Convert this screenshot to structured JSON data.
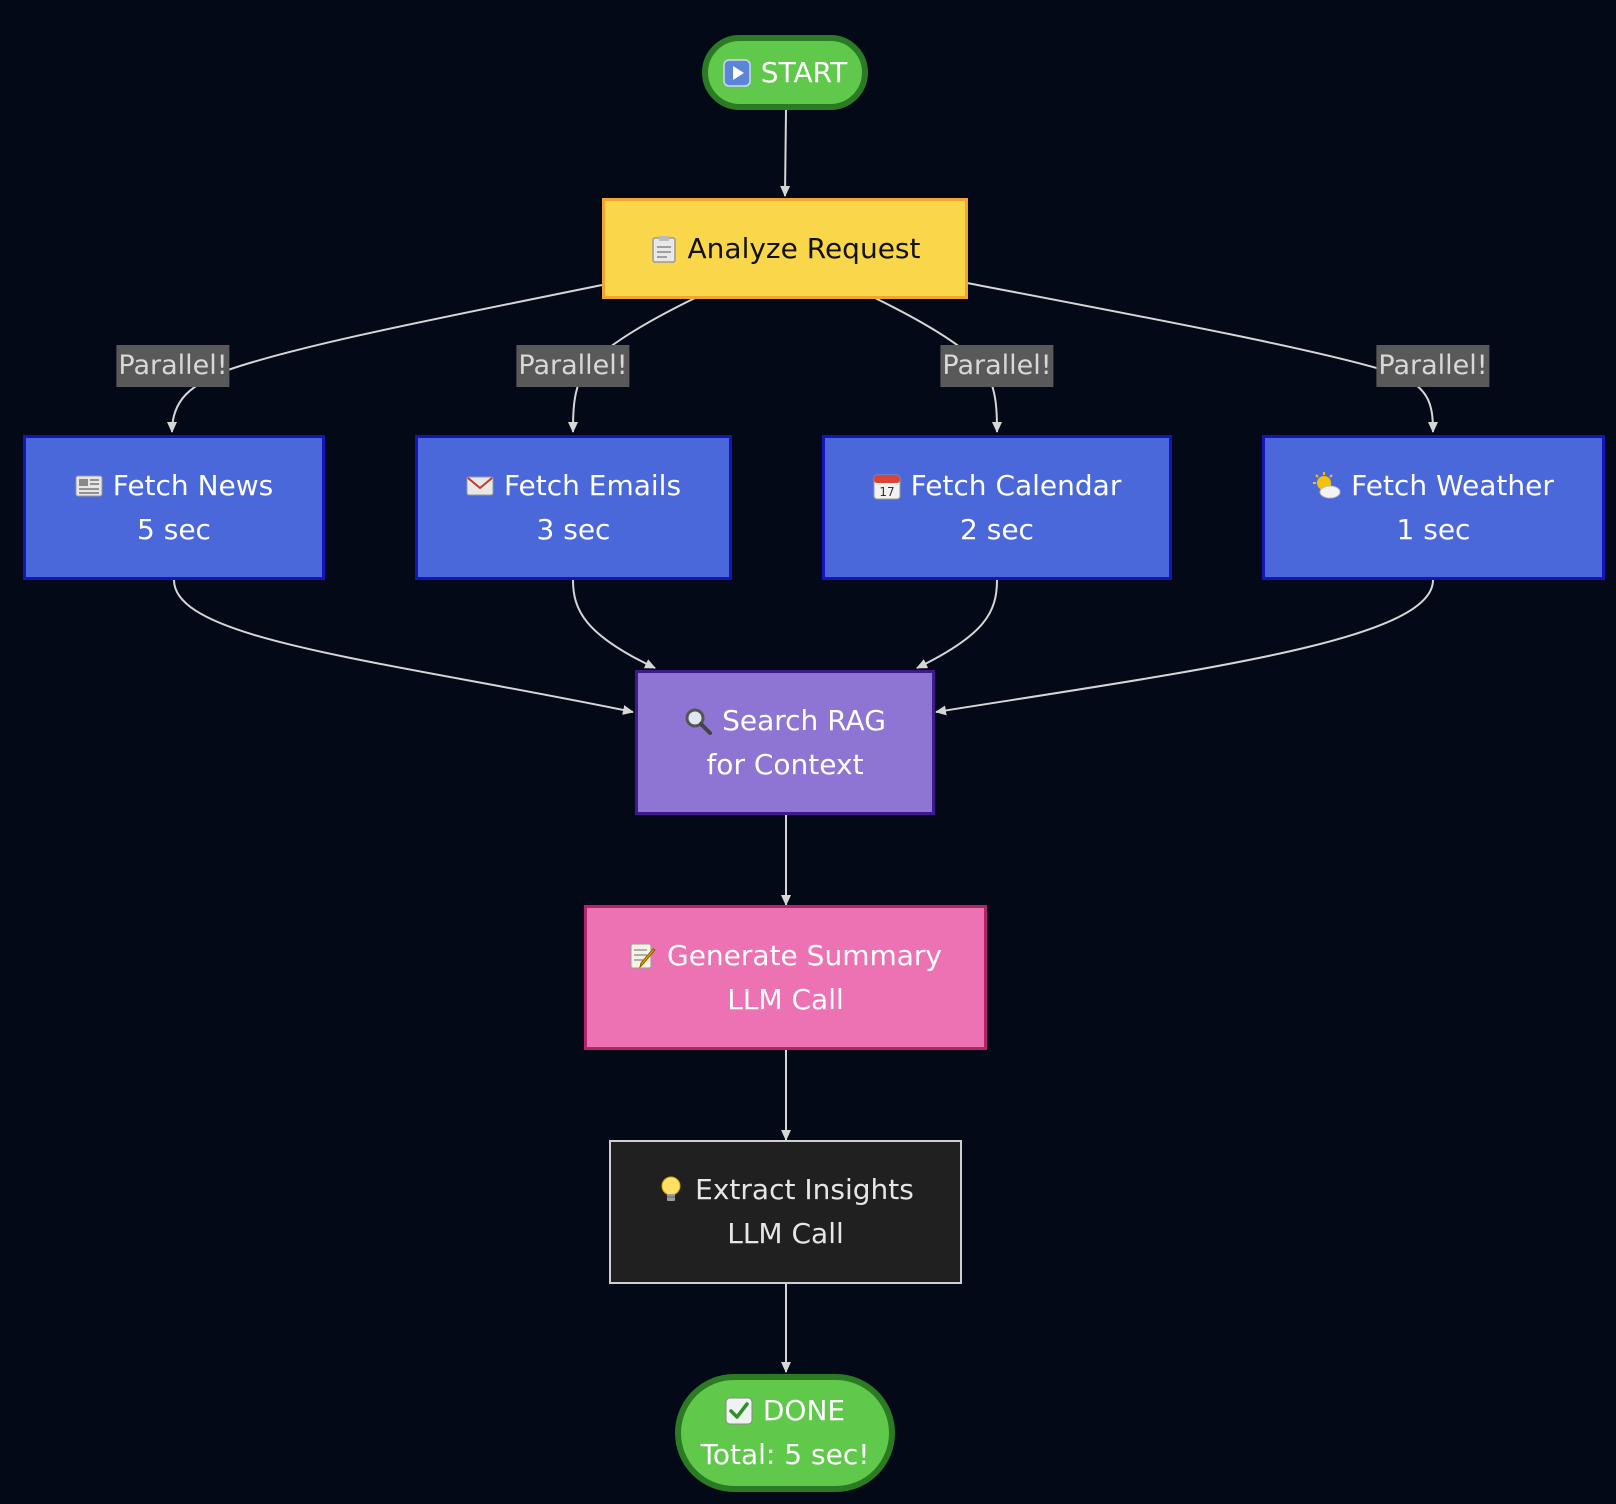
{
  "colors": {
    "background": "#030916",
    "edge": "#d6d6d6",
    "start_fill": "#60c84a",
    "start_border": "#2b7a24",
    "analyze_fill": "#fad74a",
    "analyze_border": "#f2a531",
    "fetch_fill": "#4a68d9",
    "fetch_border": "#1414b8",
    "search_fill": "#8e75d4",
    "search_border": "#3f1a8c",
    "generate_fill": "#ec72b3",
    "generate_border": "#b3246a",
    "insights_fill": "#1f201f",
    "insights_border": "#cfcfcf",
    "done_fill": "#60c84a",
    "done_border": "#2b7a24",
    "label_bg": "#595959"
  },
  "nodes": {
    "start": {
      "icon": "play-button-icon",
      "label": "START"
    },
    "analyze": {
      "icon": "clipboard-icon",
      "label": "Analyze Request"
    },
    "fetch_news": {
      "icon": "newspaper-icon",
      "label": "Fetch News",
      "duration": "5 sec"
    },
    "fetch_emails": {
      "icon": "email-icon",
      "label": "Fetch Emails",
      "duration": "3 sec"
    },
    "fetch_calendar": {
      "icon": "calendar-icon",
      "label": "Fetch Calendar",
      "duration": "2 sec"
    },
    "fetch_weather": {
      "icon": "sun-cloud-icon",
      "label": "Fetch Weather",
      "duration": "1 sec"
    },
    "search": {
      "icon": "magnifier-icon",
      "label": "Search RAG",
      "sub": "for Context"
    },
    "generate": {
      "icon": "memo-icon",
      "label": "Generate Summary",
      "sub": "LLM Call"
    },
    "insights": {
      "icon": "lightbulb-icon",
      "label": "Extract Insights",
      "sub": "LLM Call"
    },
    "done": {
      "icon": "check-box-icon",
      "label": "DONE",
      "sub": "Total: 5 sec!"
    }
  },
  "edge_labels": {
    "to_news": "Parallel!",
    "to_emails": "Parallel!",
    "to_calendar": "Parallel!",
    "to_weather": "Parallel!"
  }
}
